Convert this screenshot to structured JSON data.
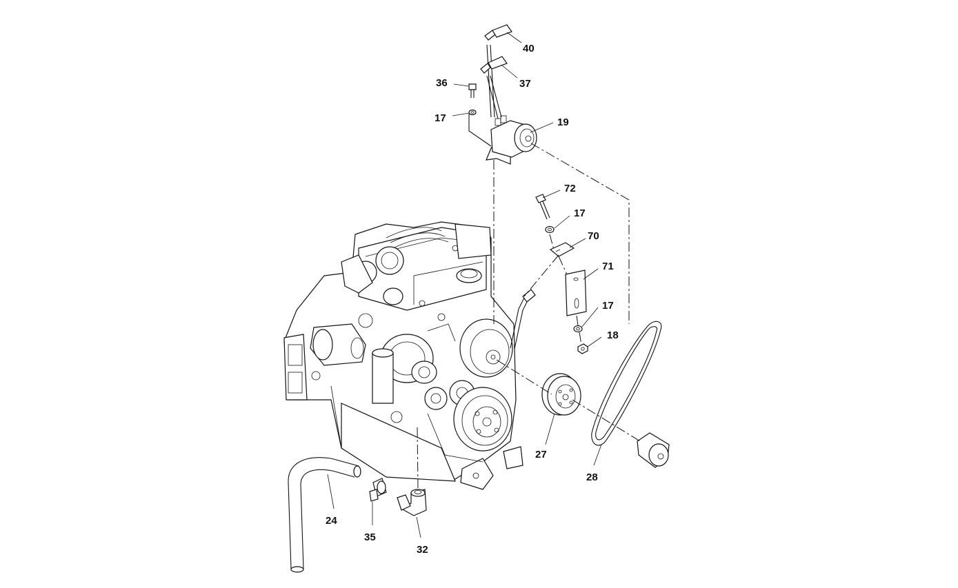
{
  "diagram": {
    "callouts": [
      {
        "id": "c40",
        "text": "40"
      },
      {
        "id": "c37",
        "text": "37"
      },
      {
        "id": "c36",
        "text": "36"
      },
      {
        "id": "c17a",
        "text": "17"
      },
      {
        "id": "c19",
        "text": "19"
      },
      {
        "id": "c72",
        "text": "72"
      },
      {
        "id": "c17b",
        "text": "17"
      },
      {
        "id": "c70",
        "text": "70"
      },
      {
        "id": "c71",
        "text": "71"
      },
      {
        "id": "c17c",
        "text": "17"
      },
      {
        "id": "c18",
        "text": "18"
      },
      {
        "id": "c27",
        "text": "27"
      },
      {
        "id": "c28",
        "text": "28"
      },
      {
        "id": "c24",
        "text": "24"
      },
      {
        "id": "c35",
        "text": "35"
      },
      {
        "id": "c32",
        "text": "32"
      }
    ]
  }
}
